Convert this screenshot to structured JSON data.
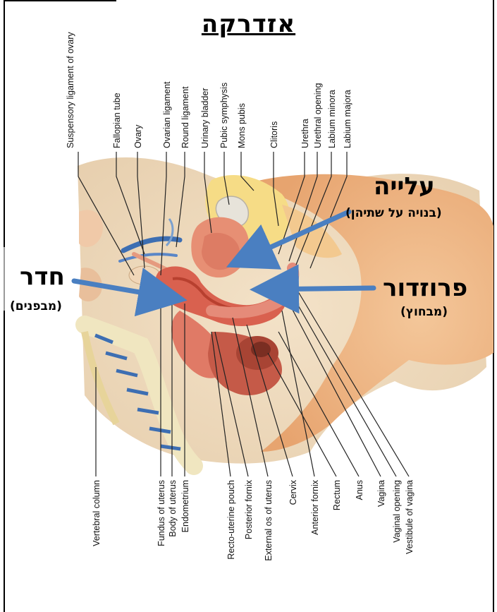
{
  "title": "אזדרקה",
  "hebrew_labels": {
    "top_right_main": "עלייה",
    "top_right_note": "(בנויה על שתיהן)",
    "left_main": "חדר",
    "left_note": "(מבפנים)",
    "right_main": "פרוזדור",
    "right_note": "(מבחוץ)"
  },
  "top_labels": [
    "Suspensory ligament of ovary",
    "Fallopian tube",
    "Ovary",
    "Ovarian ligament",
    "Round ligament",
    "Urinary bladder",
    "Pubic symphysis",
    "Mons pubis",
    "Clitoris",
    "Urethra",
    "Urethral opening",
    "Labium minora",
    "Labium majora"
  ],
  "bottom_labels": [
    "Vertebral column",
    "Fundus of uterus",
    "Body of uterus",
    "Endometrium",
    "Recto-uterine pouch",
    "Posterior fornix",
    "External os of uterus",
    "Cervix",
    "Anterior fornix",
    "Rectum",
    "Anus",
    "Vagina",
    "Vaginal opening",
    "Vestibule of vagina"
  ],
  "colors": {
    "arrow": "#4a7fc1",
    "skin": "#efb98a",
    "fat": "#f6dc86",
    "tissue": "#e58b79",
    "uterus": "#d9614f",
    "vessel_blue": "#3d6eb2",
    "bone": "#e9d8a0"
  }
}
